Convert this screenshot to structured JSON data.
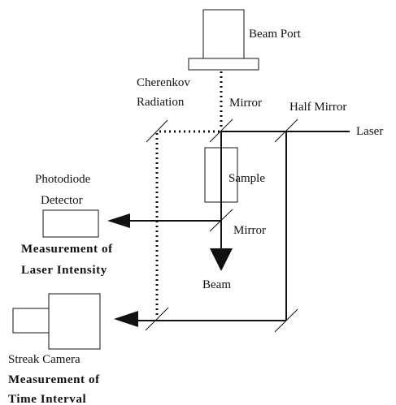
{
  "labels": {
    "beam_port": "Beam Port",
    "cherenkov_line1": "Cherenkov",
    "cherenkov_line2": "Radiation",
    "mirror_top": "Mirror",
    "half_mirror": "Half Mirror",
    "laser": "Laser",
    "sample": "Sample",
    "photodiode_line1": "Photodiode",
    "photodiode_line2": "Detector",
    "mirror_lower": "Mirror",
    "measurement_laser_line1": "Measurement of",
    "measurement_laser_line2": "Laser Intensity",
    "beam": "Beam",
    "streak_camera": "Streak Camera",
    "measurement_time_line1": "Measurement of",
    "measurement_time_line2": "Time Interval"
  }
}
